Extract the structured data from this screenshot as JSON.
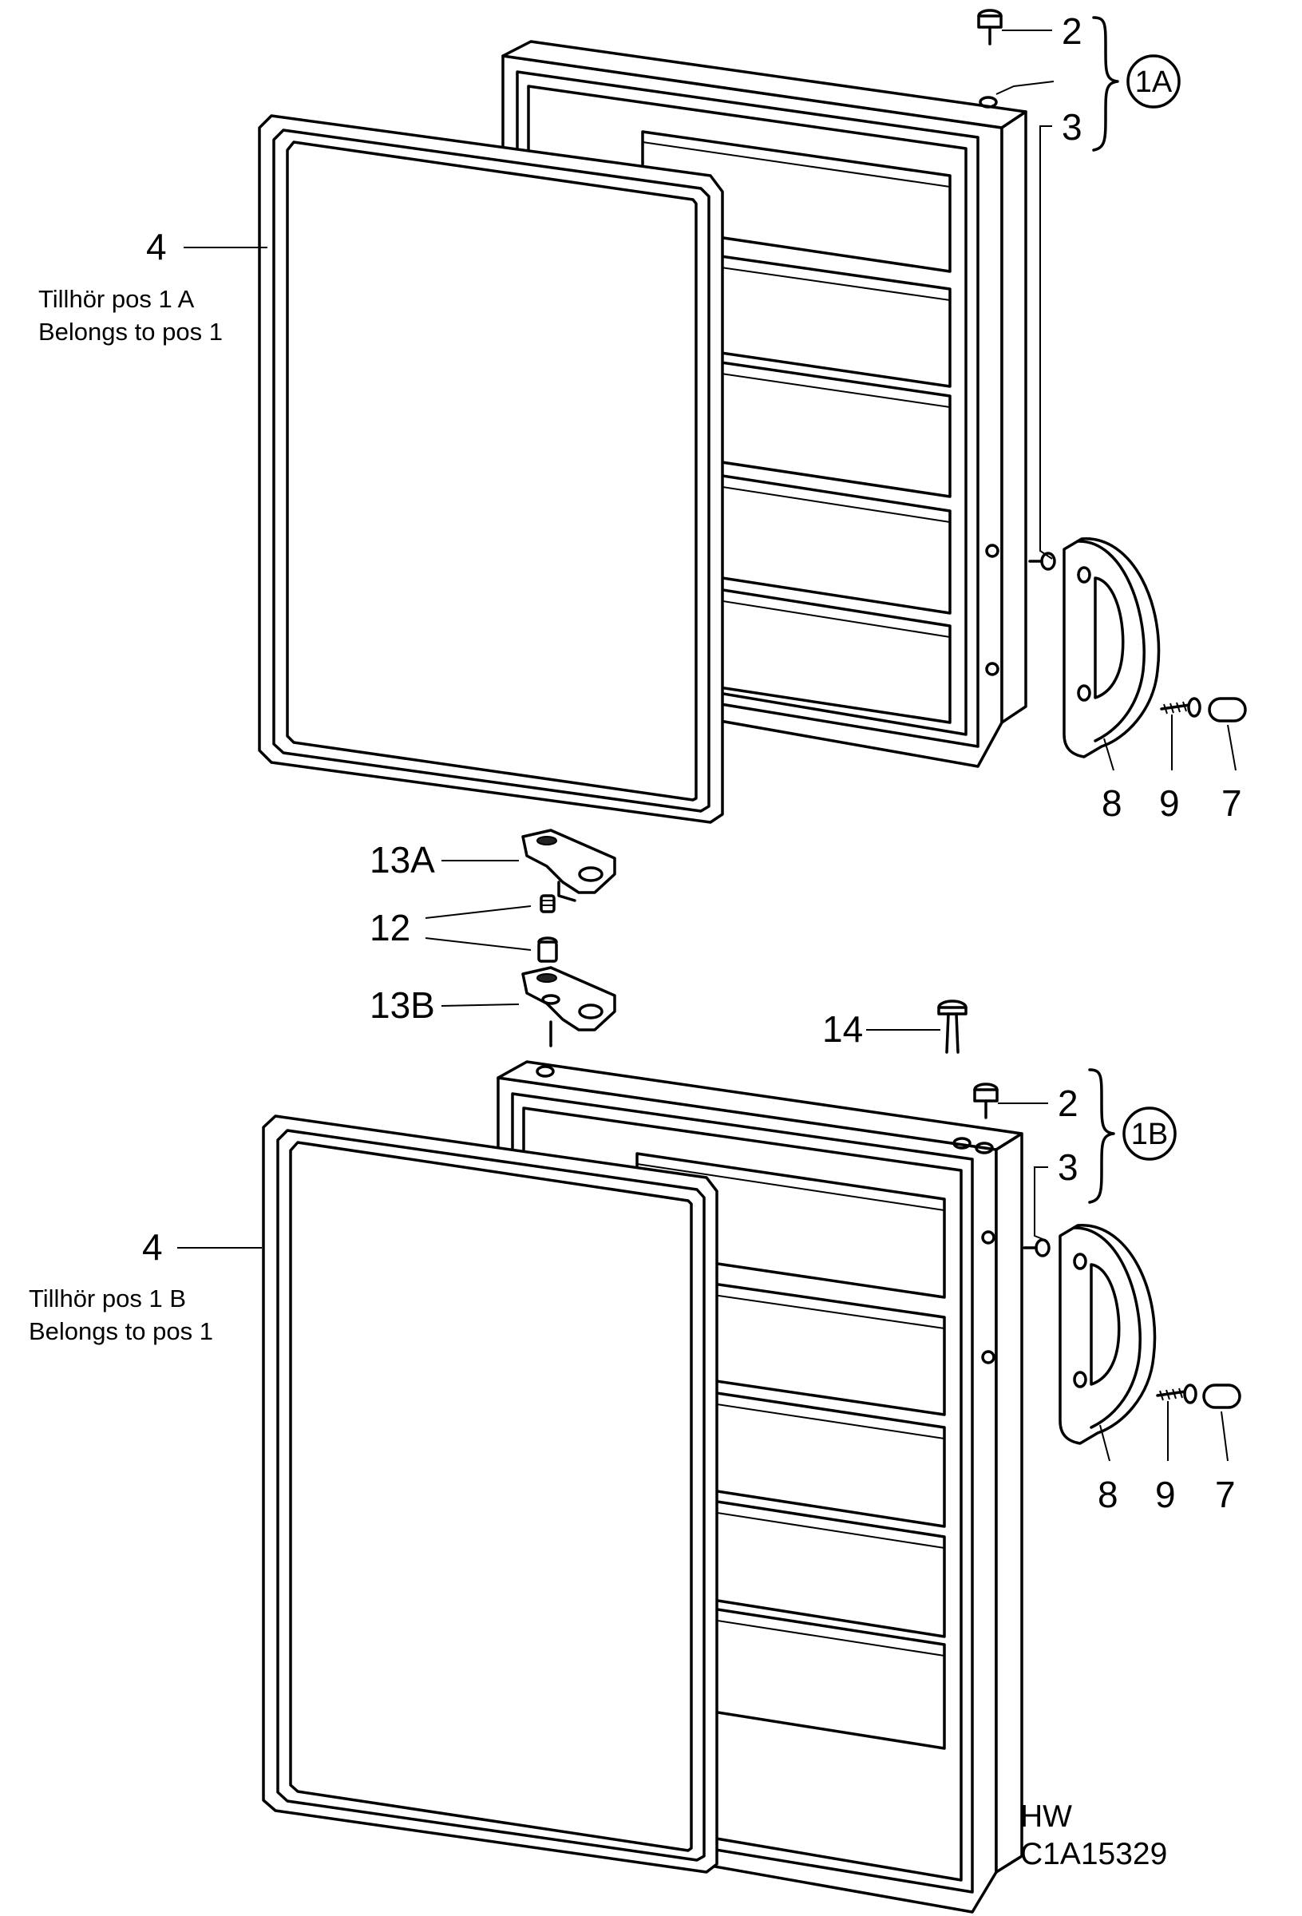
{
  "labels": {
    "pos2_top": "2",
    "pos3_top": "3",
    "pos1A": "1A",
    "pos4_top": "4",
    "pos8_top": "8",
    "pos9_top": "9",
    "pos7_top": "7",
    "pos13A": "13A",
    "pos12": "12",
    "pos13B": "13B",
    "pos14": "14",
    "pos2_bottom": "2",
    "pos1B": "1B",
    "pos3_bottom": "3",
    "pos4_bottom": "4",
    "pos8_bottom": "8",
    "pos9_bottom": "9",
    "pos7_bottom": "7"
  },
  "notes": {
    "top_line1": "Tillhör pos 1 A",
    "top_line2": "Belongs to pos 1",
    "bottom_line1": "Tillhör pos 1 B",
    "bottom_line2": "Belongs to pos 1"
  },
  "drawing_code": {
    "line1": "HW",
    "line2": "C1A15329"
  }
}
